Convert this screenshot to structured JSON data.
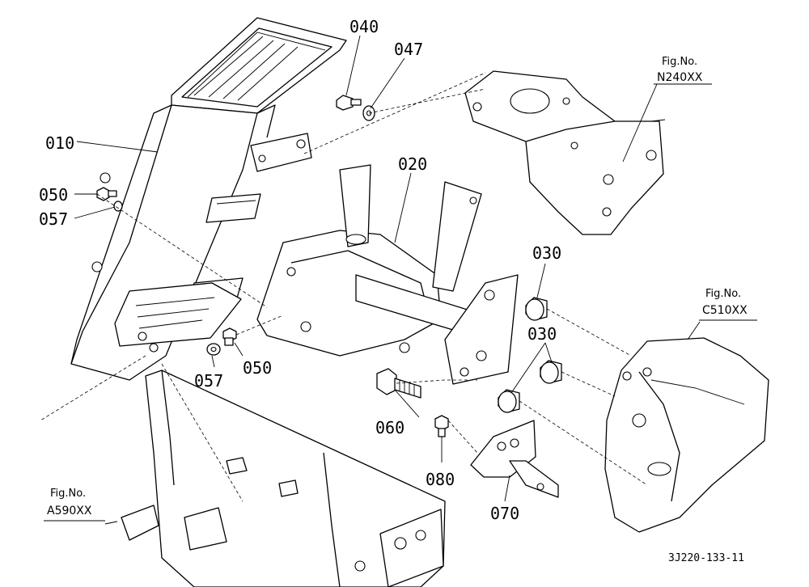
{
  "part_labels": {
    "p010": "010",
    "p020": "020",
    "p030_top": "030",
    "p030_mid": "030",
    "p040": "040",
    "p047": "047",
    "p050_left": "050",
    "p050_bottom": "050",
    "p057_left": "057",
    "p057_bottom": "057",
    "p060": "060",
    "p070": "070",
    "p080": "080"
  },
  "figure_refs": {
    "n240": {
      "caption": "Fig.No.",
      "code": "N240XX"
    },
    "c510": {
      "caption": "Fig.No.",
      "code": "C510XX"
    },
    "a590": {
      "caption": "Fig.No.",
      "code": "A590XX"
    }
  },
  "drawing_code": "3J220-133-11"
}
